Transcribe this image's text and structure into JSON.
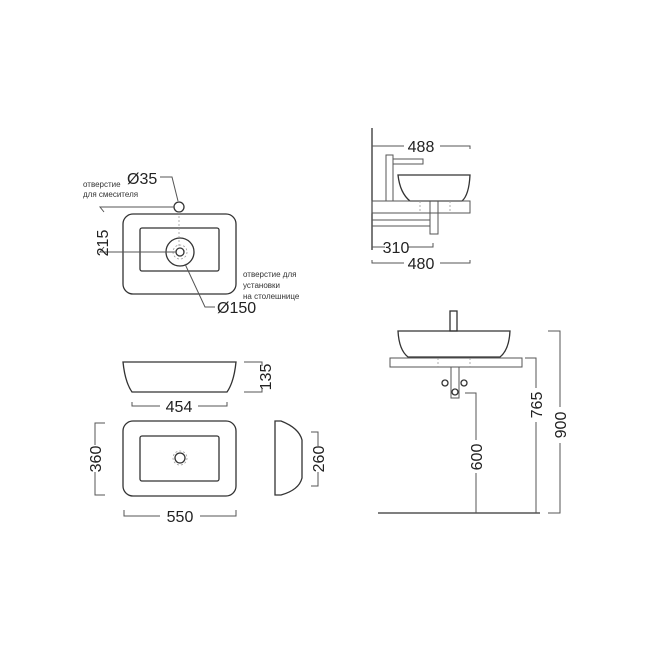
{
  "top_view": {
    "faucet_hole_diameter": "Ø35",
    "faucet_hole_label_1": "отверстие",
    "faucet_hole_label_2": "для смесителя",
    "offset": "215",
    "mount_hole_diameter": "Ø150",
    "mount_hole_label_1": "отверстие для",
    "mount_hole_label_2": "установки",
    "mount_hole_label_3": "на столешнице"
  },
  "basin_views": {
    "height": "135",
    "bottom_width": "454",
    "depth": "360",
    "width": "550",
    "side_depth": "260"
  },
  "side_elevation": {
    "total_depth": "488",
    "drain_offset": "310",
    "counter_depth": "480"
  },
  "front_elevation": {
    "drain_height": "600",
    "counter_height": "765",
    "total_height": "900"
  }
}
